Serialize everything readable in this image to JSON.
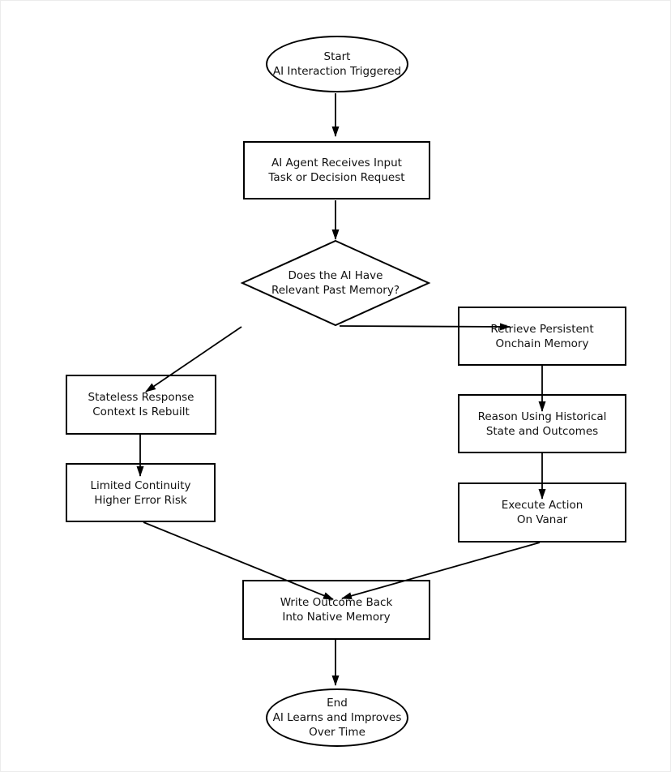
{
  "diagram": {
    "background": "#ffffff",
    "stroke_color": "#000000",
    "text_color": "#111111",
    "nodes": {
      "start": {
        "type": "ellipse",
        "label": "Start\nAI Interaction Triggered"
      },
      "receive_input": {
        "type": "rect",
        "label": "AI Agent Receives Input\nTask or Decision Request"
      },
      "memory_decision": {
        "type": "diamond",
        "label": "Does the AI Have\nRelevant Past Memory?"
      },
      "retrieve_memory": {
        "type": "rect",
        "label": "Retrieve Persistent\nOnchain Memory"
      },
      "stateless_response": {
        "type": "rect",
        "label": "Stateless Response\nContext Is Rebuilt"
      },
      "limited_continuity": {
        "type": "rect",
        "label": "Limited Continuity\nHigher Error Risk"
      },
      "reason_historical": {
        "type": "rect",
        "label": "Reason Using Historical\nState and Outcomes"
      },
      "execute_action": {
        "type": "rect",
        "label": "Execute Action\nOn Vanar"
      },
      "write_outcome": {
        "type": "rect",
        "label": "Write Outcome Back\nInto Native Memory"
      },
      "end": {
        "type": "ellipse",
        "label": "End\nAI Learns and Improves\nOver Time"
      }
    },
    "edges": [
      {
        "from": "start",
        "to": "receive_input"
      },
      {
        "from": "receive_input",
        "to": "memory_decision"
      },
      {
        "from": "memory_decision",
        "to": "retrieve_memory"
      },
      {
        "from": "memory_decision",
        "to": "stateless_response"
      },
      {
        "from": "stateless_response",
        "to": "limited_continuity"
      },
      {
        "from": "retrieve_memory",
        "to": "reason_historical"
      },
      {
        "from": "reason_historical",
        "to": "execute_action"
      },
      {
        "from": "limited_continuity",
        "to": "write_outcome"
      },
      {
        "from": "execute_action",
        "to": "write_outcome"
      },
      {
        "from": "write_outcome",
        "to": "end"
      }
    ]
  }
}
